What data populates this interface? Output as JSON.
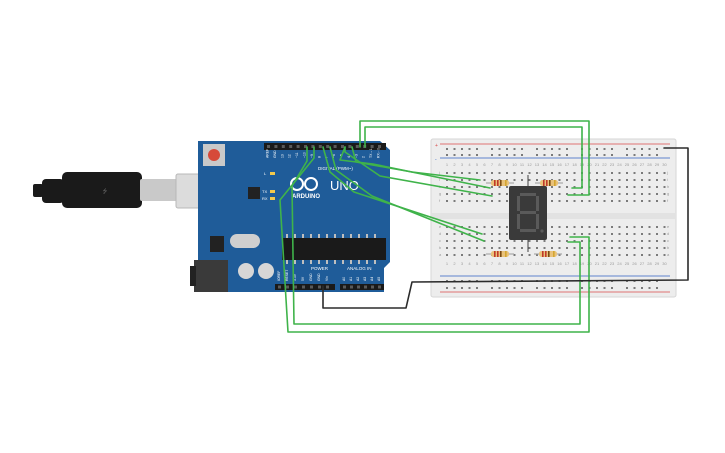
{
  "arduino": {
    "logo_text": "ARDUINO",
    "model": "UNO",
    "digital_header_label": "DIGITAL (PWM~)",
    "power_label": "POWER",
    "analog_label": "ANALOG IN",
    "tx_label": "TX",
    "rx_label": "RX",
    "l_label": "L",
    "digital_pins": [
      "AREF",
      "GND",
      "13",
      "12",
      "~11",
      "~10",
      "~9",
      "8",
      "7",
      "~6",
      "~5",
      "4",
      "~3",
      "2",
      "TX→1",
      "RX←0"
    ],
    "power_pins": [
      "IOREF",
      "RESET",
      "3.3V",
      "5V",
      "GND",
      "GND",
      "Vin"
    ],
    "analog_pins": [
      "A0",
      "A1",
      "A2",
      "A3",
      "A4",
      "A5"
    ]
  },
  "breadboard": {
    "column_numbers": [
      "1",
      "2",
      "3",
      "4",
      "5",
      "6",
      "7",
      "8",
      "9",
      "10",
      "11",
      "12",
      "13",
      "14",
      "15",
      "16",
      "17",
      "18",
      "19",
      "20",
      "21",
      "22",
      "23",
      "24",
      "25",
      "26",
      "27",
      "28",
      "29",
      "30"
    ],
    "row_letters_top": [
      "j",
      "i",
      "h",
      "g",
      "f"
    ],
    "row_letters_bottom": [
      "e",
      "d",
      "c",
      "b",
      "a"
    ],
    "rail_plus": "+",
    "rail_minus": "-"
  },
  "display": {
    "digit": "8"
  },
  "colors": {
    "board": "#1f5c99",
    "wire_green": "#3fb34a",
    "wire_black": "#2b2b2b",
    "breadboard": "#ededed",
    "rail_red": "#d84a4a",
    "rail_blue": "#2e60c2"
  }
}
